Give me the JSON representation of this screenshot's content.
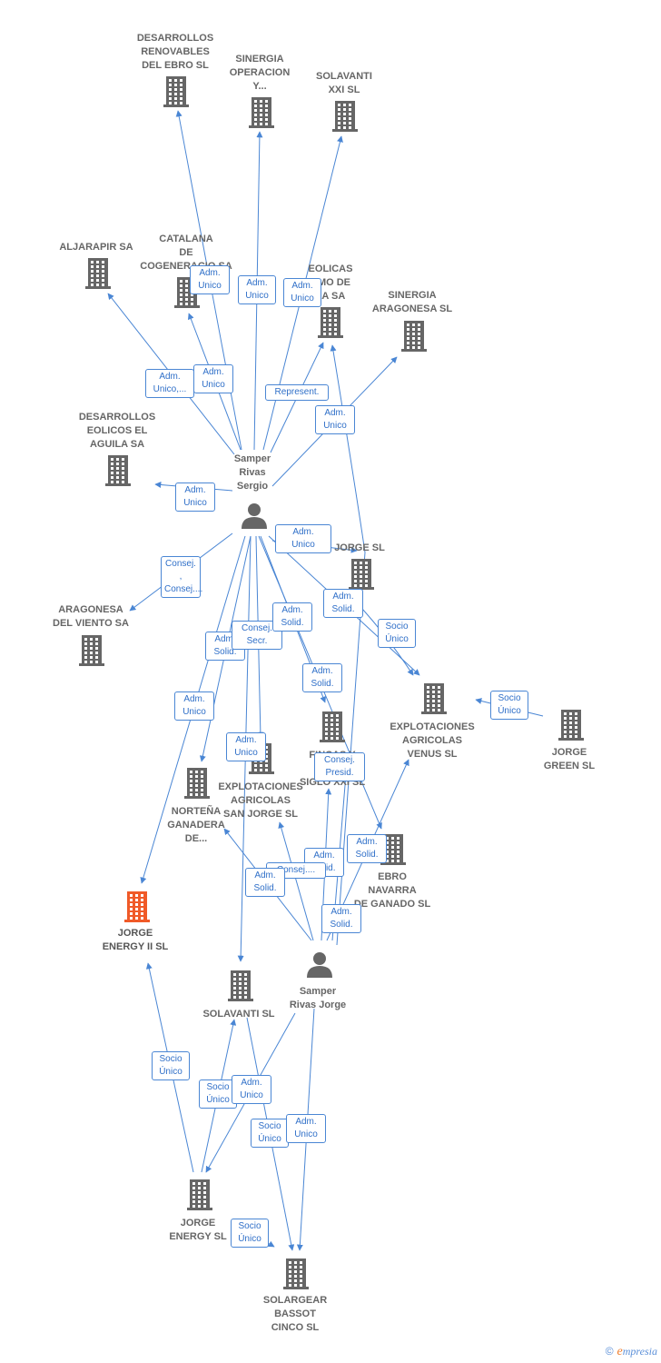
{
  "colors": {
    "edge": "#4a86d4",
    "building": "#666666",
    "highlight": "#f05a28",
    "person": "#666666"
  },
  "nodes": [
    {
      "id": "desarrollos_ebro",
      "type": "company",
      "label": "DESARROLLOS\nRENOVABLES\nDEL EBRO SL"
    },
    {
      "id": "sinergia_operacion",
      "type": "company",
      "label": "SINERGIA\nOPERACION\nY..."
    },
    {
      "id": "solavanti_xxi",
      "type": "company",
      "label": "SOLAVANTI\nXXI SL"
    },
    {
      "id": "aljarapir",
      "type": "company",
      "label": "ALJARAPIR SA"
    },
    {
      "id": "catalana",
      "type": "company",
      "label": "CATALANA\nDE\nCOGENERACIO SA"
    },
    {
      "id": "eolicas",
      "type": "company",
      "label": "EOLICAS\nAMO DE\nZA SA"
    },
    {
      "id": "sinergia_aragonesa",
      "type": "company",
      "label": "SINERGIA\nARAGONESA SL"
    },
    {
      "id": "desarrollos_aguila",
      "type": "company",
      "label": "DESARROLLOS\nEOLICOS EL\nAGUILA SA"
    },
    {
      "id": "samper_sergio",
      "type": "person",
      "label": "Samper\nRivas\nSergio"
    },
    {
      "id": "jorge_sl",
      "type": "company",
      "label": "JORGE SL"
    },
    {
      "id": "aragonesa_viento",
      "type": "company",
      "label": "ARAGONESA\nDEL VIENTO SA"
    },
    {
      "id": "explotaciones_venus",
      "type": "company",
      "label": "EXPLOTACIONES\nAGRICOLAS\nVENUS SL"
    },
    {
      "id": "jorge_green",
      "type": "company",
      "label": "JORGE\nGREEN SL"
    },
    {
      "id": "fincas",
      "type": "company",
      "label": "FINCAS Y\nIN\nSIGLO XXI SL"
    },
    {
      "id": "explotaciones_san_jorge",
      "type": "company",
      "label": "EXPLOTACIONES\nAGRICOLAS\nSAN JORGE SL"
    },
    {
      "id": "nortena",
      "type": "company",
      "label": "NORTEÑA\nGANADERA\nDE..."
    },
    {
      "id": "ebro_navarra",
      "type": "company",
      "label": "EBRO\nNAVARRA\nDE GANADO SL"
    },
    {
      "id": "jorge_energy_ii",
      "type": "company",
      "label": "JORGE\nENERGY II SL",
      "highlight": true
    },
    {
      "id": "samper_jorge",
      "type": "person",
      "label": "Samper\nRivas Jorge"
    },
    {
      "id": "solavanti_sl",
      "type": "company",
      "label": "SOLAVANTI SL"
    },
    {
      "id": "jorge_energy",
      "type": "company",
      "label": "JORGE\nENERGY SL"
    },
    {
      "id": "solargear",
      "type": "company",
      "label": "SOLARGEAR\nBASSOT\nCINCO SL"
    }
  ],
  "relations": [
    {
      "text": "Adm.\nUnico"
    },
    {
      "text": "Adm.\nUnico"
    },
    {
      "text": "Adm.\nUnico"
    },
    {
      "text": "Adm.\nUnico,..."
    },
    {
      "text": "Adm.\nUnico"
    },
    {
      "text": "Represent."
    },
    {
      "text": "Adm.\nUnico"
    },
    {
      "text": "Adm.\nUnico"
    },
    {
      "text": "Consej. ,\nConsej...."
    },
    {
      "text": "Adm.\nUnico"
    },
    {
      "text": "Adm.\nSolid."
    },
    {
      "text": "Consej.\nSecr."
    },
    {
      "text": "Adm.\nSolid."
    },
    {
      "text": "Adm.\nSolid."
    },
    {
      "text": "Socio\nÚnico"
    },
    {
      "text": "Adm.\nSolid."
    },
    {
      "text": "Adm.\nUnico"
    },
    {
      "text": "Socio\nÚnico"
    },
    {
      "text": "Adm.\nUnico"
    },
    {
      "text": "Consej.\nPresid."
    },
    {
      "text": "Adm.\nSolid."
    },
    {
      "text": "Adm.\nSolid."
    },
    {
      "text": "Consej...."
    },
    {
      "text": "Adm.\nSolid."
    },
    {
      "text": "Adm.\nSolid."
    },
    {
      "text": "Socio\nÚnico"
    },
    {
      "text": "Socio\nÚnico"
    },
    {
      "text": "Adm.\nUnico"
    },
    {
      "text": "Socio\nÚnico"
    },
    {
      "text": "Adm.\nUnico"
    },
    {
      "text": "Socio\nÚnico"
    }
  ],
  "footer": {
    "copyright": "©",
    "brand_e": "e",
    "brand_rest": "mpresia"
  }
}
